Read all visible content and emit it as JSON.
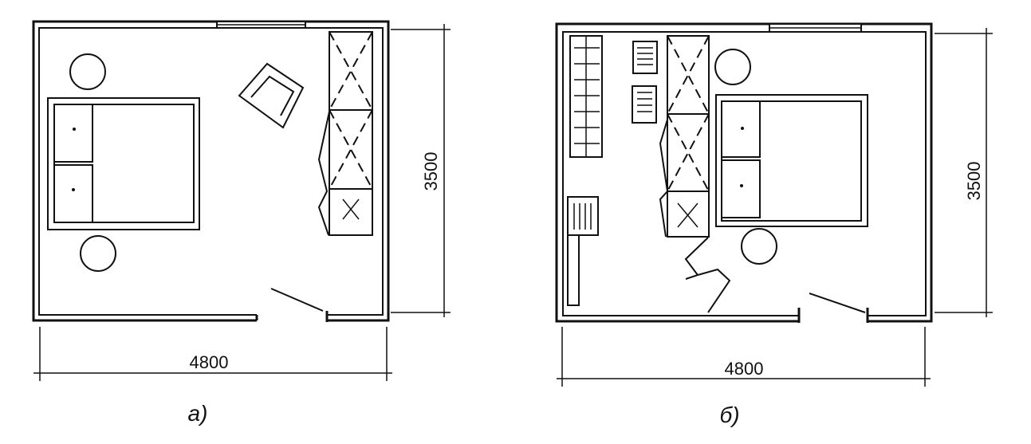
{
  "plan_a": {
    "width_label": "4800",
    "height_label": "3500",
    "caption": "а)"
  },
  "plan_b": {
    "width_label": "4800",
    "height_label": "3500",
    "caption": "б)"
  }
}
